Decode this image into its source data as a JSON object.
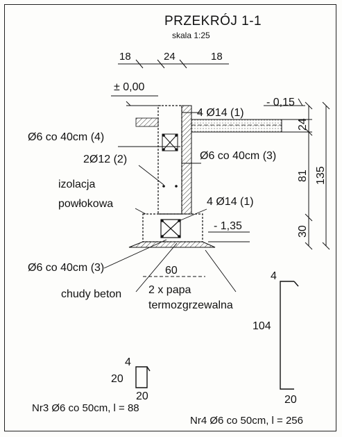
{
  "title": "PRZEKRÓJ 1-1",
  "scale": "skala 1:25",
  "top_dims": [
    "18",
    "24",
    "18"
  ],
  "level_zero": "± 0,00",
  "level_minus_015": "- 0,15",
  "level_minus_135": "- 1,35",
  "right_dims": [
    "24",
    "81",
    "30"
  ],
  "right_total": "135",
  "footing_width": "60",
  "labels": {
    "rebar_top": "4 Ø14 (1)",
    "stirrup_4": "Ø6 co 40cm (4)",
    "rebar_2": "2Ø12 (2)",
    "stirrup_3_upper": "Ø6 co 40cm (3)",
    "insulation_1": "izolacja",
    "insulation_2": "powłokowa",
    "rebar_bottom": "4 Ø14 (1)",
    "stirrup_3_lower": "Ø6 co 40cm (3)",
    "lean_concrete": "chudy beton",
    "membrane_1": "2 x papa",
    "membrane_2": "termozgrzewalna"
  },
  "bar_nr4": {
    "top": "4",
    "height": "104",
    "bottom": "20",
    "caption": "Nr4 Ø6 co 50cm, l = 256"
  },
  "bar_nr3": {
    "top": "4",
    "height": "20",
    "bottom": "20",
    "caption": "Nr3 Ø6 co 50cm, l = 88"
  }
}
